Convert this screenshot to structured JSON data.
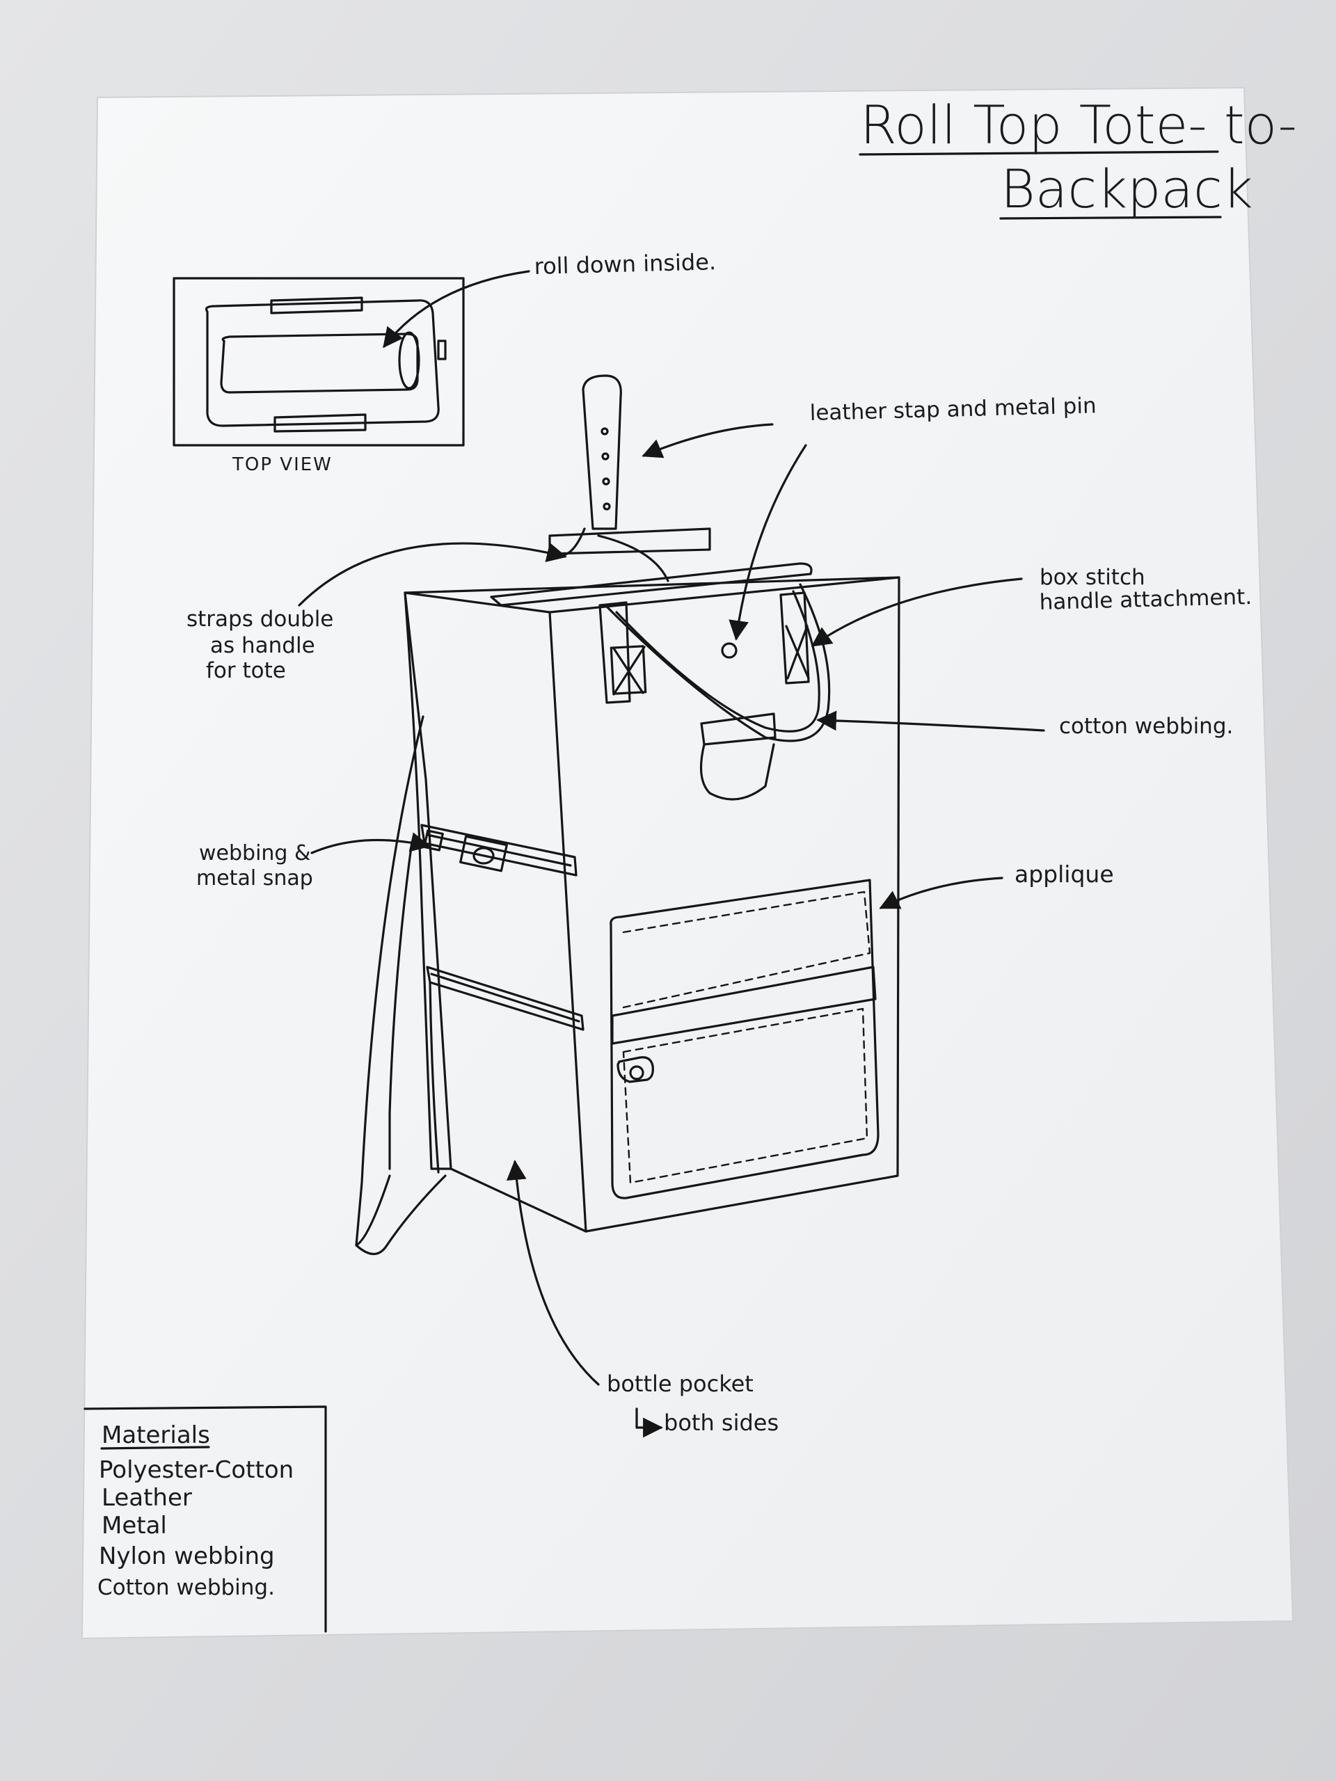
{
  "title": {
    "line1": "Roll Top Tote- to-",
    "line2": "Backpack"
  },
  "top_view": {
    "caption": "TOP VIEW"
  },
  "annotations": {
    "roll_down": "roll down inside.",
    "leather_strap": "leather stap and metal pin",
    "box_stitch_1": "box stitch",
    "box_stitch_2": "handle attachment.",
    "straps_1": "straps double",
    "straps_2": "as handle",
    "straps_3": "for tote",
    "cotton_webbing": "cotton webbing.",
    "webbing_snap_1": "webbing &",
    "webbing_snap_2": "metal snap",
    "applique": "applique",
    "bottle_pocket_1": "bottle pocket",
    "bottle_pocket_2": "both sides"
  },
  "materials": {
    "heading": "Materials",
    "items": [
      "Polyester-Cotton",
      "Leather",
      "Metal",
      "Nylon webbing",
      "Cotton webbing."
    ]
  },
  "colors": {
    "paper": "#f4f5f6",
    "ink": "#161616",
    "background": "#d9dadc"
  }
}
